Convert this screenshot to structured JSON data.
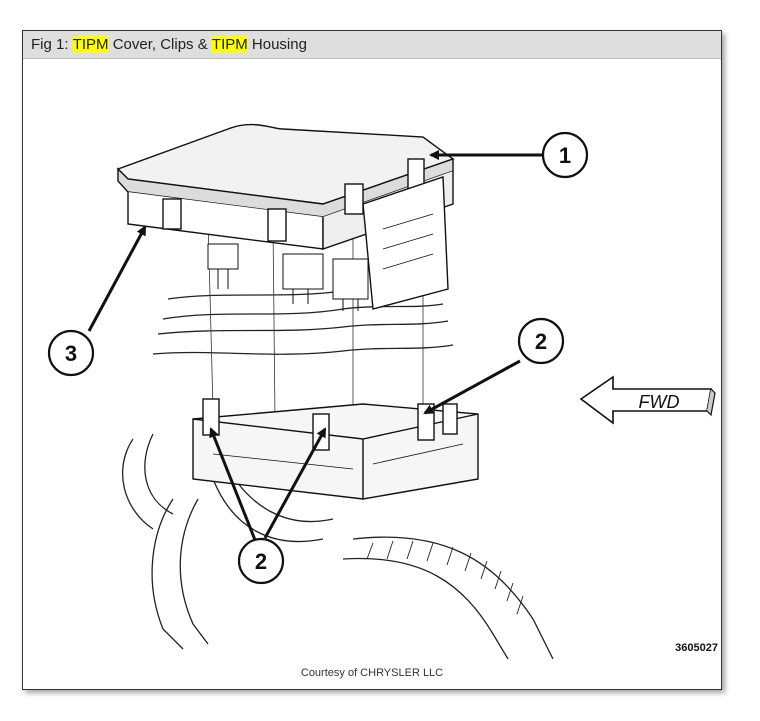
{
  "caption": {
    "prefix": "Fig 1: ",
    "highlight_1": "TIPM",
    "middle": " Cover, Clips & ",
    "highlight_2": "TIPM",
    "suffix": " Housing",
    "highlight_color": "#ffff00"
  },
  "callouts": {
    "c1": "1",
    "c2a": "2",
    "c2b": "2",
    "c3": "3"
  },
  "direction_label": "FWD",
  "figure_number": "3605027",
  "courtesy": "Courtesy of CHRYSLER LLC"
}
